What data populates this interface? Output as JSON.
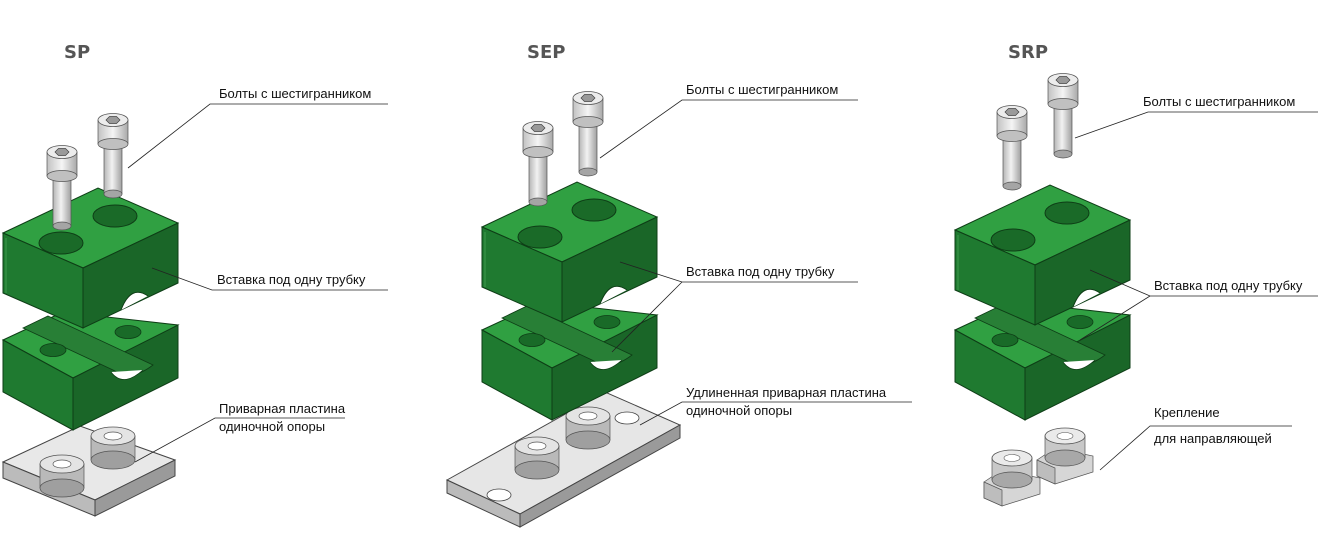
{
  "colors": {
    "green_top": "#30a042",
    "green_front": "#1f7a30",
    "green_side": "#1a6628",
    "steel_light": "#e8e8e8",
    "steel_mid": "#c8c8c8",
    "steel_dark": "#9a9a9a",
    "title": "#555555",
    "leader": "#222222"
  },
  "panels": [
    {
      "title": "SP",
      "labels": {
        "bolts": "Болты с шестигранником",
        "insert": "Вставка под одну трубку",
        "base_line1": "Приварная пластина",
        "base_line2": "одиночной опоры"
      }
    },
    {
      "title": "SEP",
      "labels": {
        "bolts": "Болты с шестигранником",
        "insert": "Вставка под одну трубку",
        "base_line1": "Удлиненная приварная пластина",
        "base_line2": "одиночной опоры"
      }
    },
    {
      "title": "SRP",
      "labels": {
        "bolts": "Болты с шестигранником",
        "insert": "Вставка под одну трубку",
        "base_line1": "Крепление",
        "base_line2": "для направляющей"
      }
    }
  ]
}
